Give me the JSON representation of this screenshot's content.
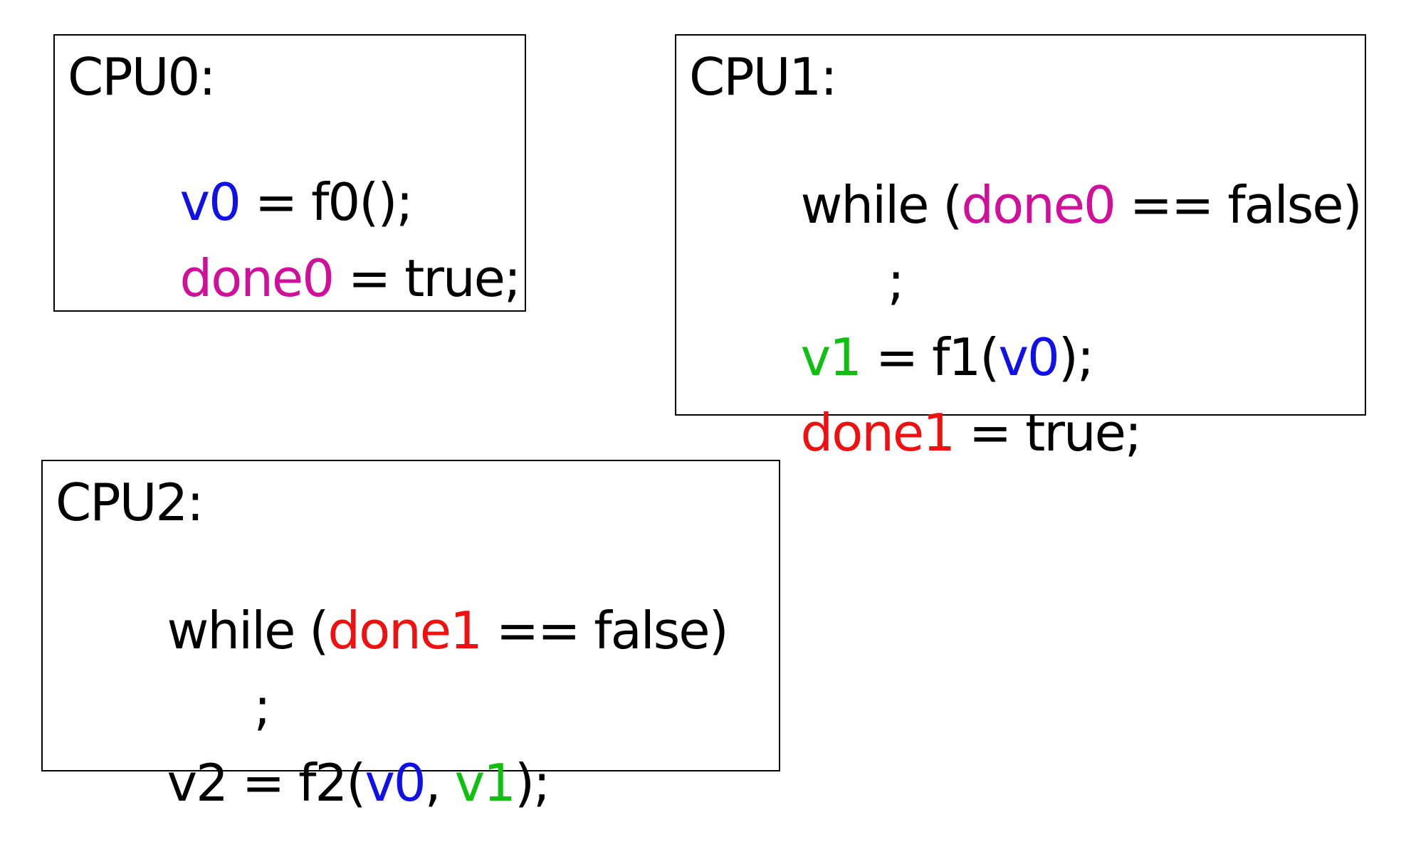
{
  "colors": {
    "black": "#000000",
    "blue": "#1010e8",
    "magenta": "#d0109a",
    "green": "#10c010",
    "red": "#f01010"
  },
  "cpu0": {
    "header": "CPU0:",
    "lines": [
      [
        {
          "t": "v0",
          "c": "blue"
        },
        {
          "t": " = f0();",
          "c": "black"
        }
      ],
      [
        {
          "t": "done0",
          "c": "magenta"
        },
        {
          "t": " = true;",
          "c": "black"
        }
      ]
    ]
  },
  "cpu1": {
    "header": "CPU1:",
    "lines": [
      [
        {
          "t": "while (",
          "c": "black"
        },
        {
          "t": "done0",
          "c": "magenta"
        },
        {
          "t": " == false)",
          "c": "black"
        }
      ],
      [
        {
          "t": ";",
          "c": "black"
        }
      ],
      [
        {
          "t": "v1",
          "c": "green"
        },
        {
          "t": " = f1(",
          "c": "black"
        },
        {
          "t": "v0",
          "c": "blue"
        },
        {
          "t": ");",
          "c": "black"
        }
      ],
      [
        {
          "t": "done1",
          "c": "red"
        },
        {
          "t": " = true;",
          "c": "black"
        }
      ]
    ]
  },
  "cpu2": {
    "header": "CPU2:",
    "lines": [
      [
        {
          "t": "while (",
          "c": "black"
        },
        {
          "t": "done1",
          "c": "red"
        },
        {
          "t": " == false)",
          "c": "black"
        }
      ],
      [
        {
          "t": ";",
          "c": "black"
        }
      ],
      [
        {
          "t": "v2 = f2(",
          "c": "black"
        },
        {
          "t": "v0",
          "c": "blue"
        },
        {
          "t": ", ",
          "c": "black"
        },
        {
          "t": "v1",
          "c": "green"
        },
        {
          "t": ");",
          "c": "black"
        }
      ]
    ]
  }
}
